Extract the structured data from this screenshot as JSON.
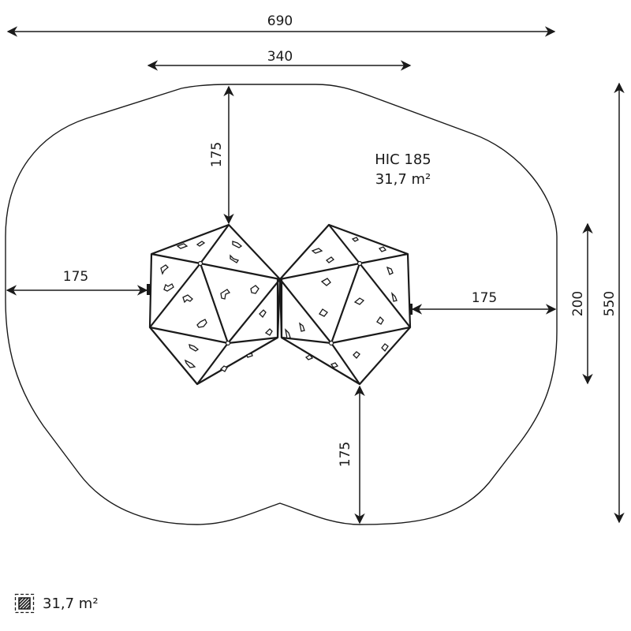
{
  "drawing": {
    "product_label": "HIC 185",
    "area_label": "31,7 m²",
    "dimensions": {
      "total_width": "690",
      "equipment_width": "340",
      "top_clearance": "175",
      "left_clearance": "175",
      "right_clearance": "175",
      "bottom_clearance": "175",
      "equipment_depth": "200",
      "total_depth": "550"
    },
    "colors": {
      "line": "#1a1a1a",
      "background": "#ffffff"
    }
  },
  "legend": {
    "icon": "hatched-area-icon",
    "area": "31,7 m²"
  }
}
